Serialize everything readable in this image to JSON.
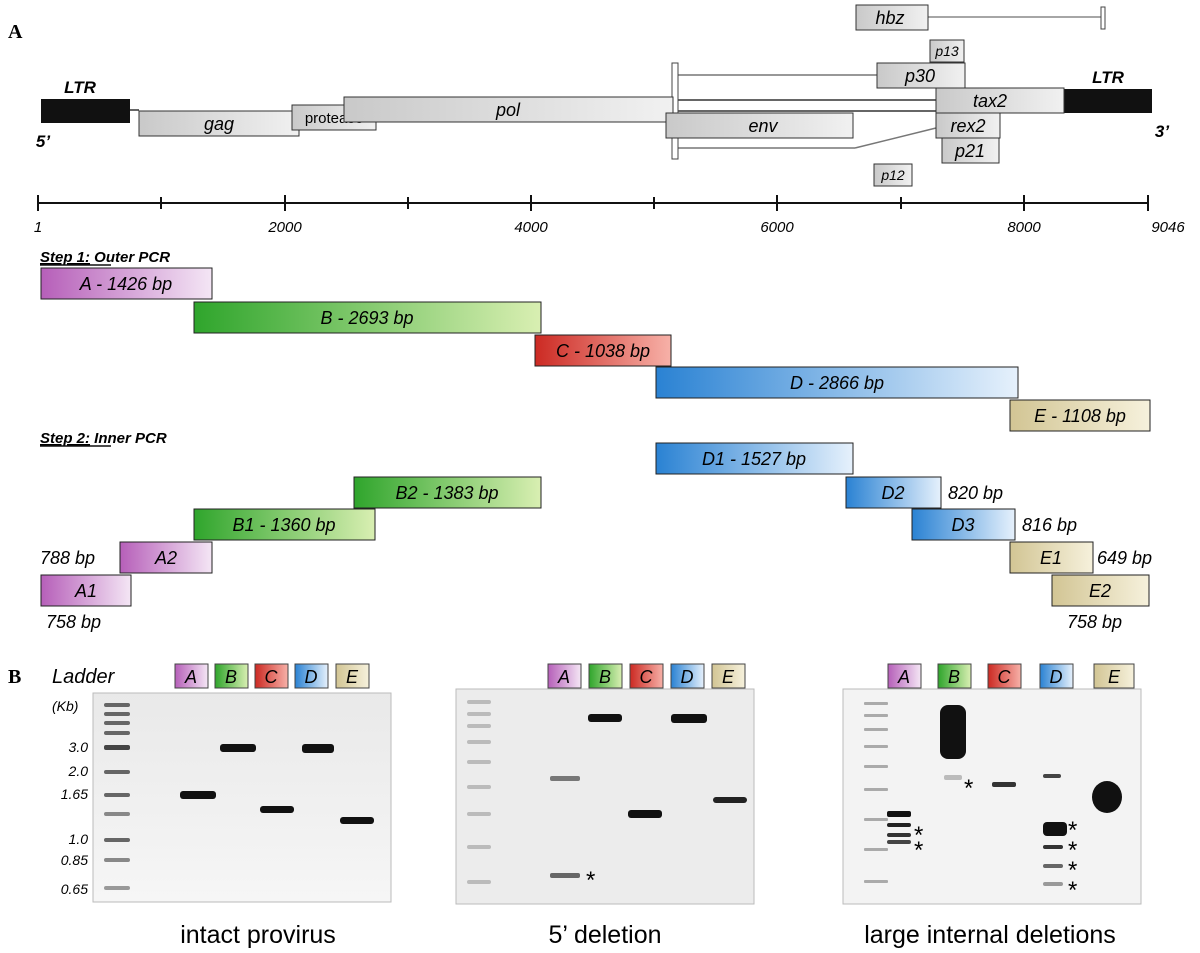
{
  "panel_a_label": "A",
  "panel_b_label": "B",
  "genome": {
    "ltr_left": "LTR",
    "ltr_right": "LTR",
    "five_prime": "5’",
    "three_prime": "3’",
    "genes": [
      "gag",
      "protease",
      "pol",
      "env",
      "hbz",
      "p13",
      "p30",
      "tax2",
      "rex2",
      "p21",
      "p12"
    ]
  },
  "scale": {
    "ticks": [
      "1",
      "2000",
      "4000",
      "6000",
      "8000",
      "9046"
    ]
  },
  "step1": {
    "title_a": "Step 1:",
    "title_b": " Outer PCR",
    "amplicons": [
      "A - 1426 bp",
      "B - 2693 bp",
      "C - 1038 bp",
      "D - 2866 bp",
      "E - 1108 bp"
    ]
  },
  "step2": {
    "title_a": "Step 2:",
    "title_b": " Inner PCR",
    "amplicons": [
      "D1 - 1527 bp",
      "B2 - 1383 bp",
      "D2",
      "B1 - 1360 bp",
      "D3",
      "A2",
      "E1",
      "A1",
      "E2"
    ],
    "side_labels": [
      "820 bp",
      "816 bp",
      "788 bp",
      "649 bp",
      "758 bp",
      "758 bp"
    ]
  },
  "gels": {
    "ladder_label": "Ladder",
    "kb_label": "(Kb)",
    "kb_ticks": [
      "3.0",
      "2.0",
      "1.65",
      "1.0",
      "0.85",
      "0.65"
    ],
    "lane_labels": [
      "A",
      "B",
      "C",
      "D",
      "E"
    ],
    "captions": [
      "intact provirus",
      "5’ deletion",
      "large internal deletions"
    ],
    "asterisk": "*"
  },
  "colors": {
    "A": "#d9a6dc",
    "B": "#6fc74f",
    "C": "#e0473c",
    "D": "#5ea8e6",
    "E": "#e4dbb5",
    "ltr": "#111111",
    "gene": "#dedede"
  }
}
